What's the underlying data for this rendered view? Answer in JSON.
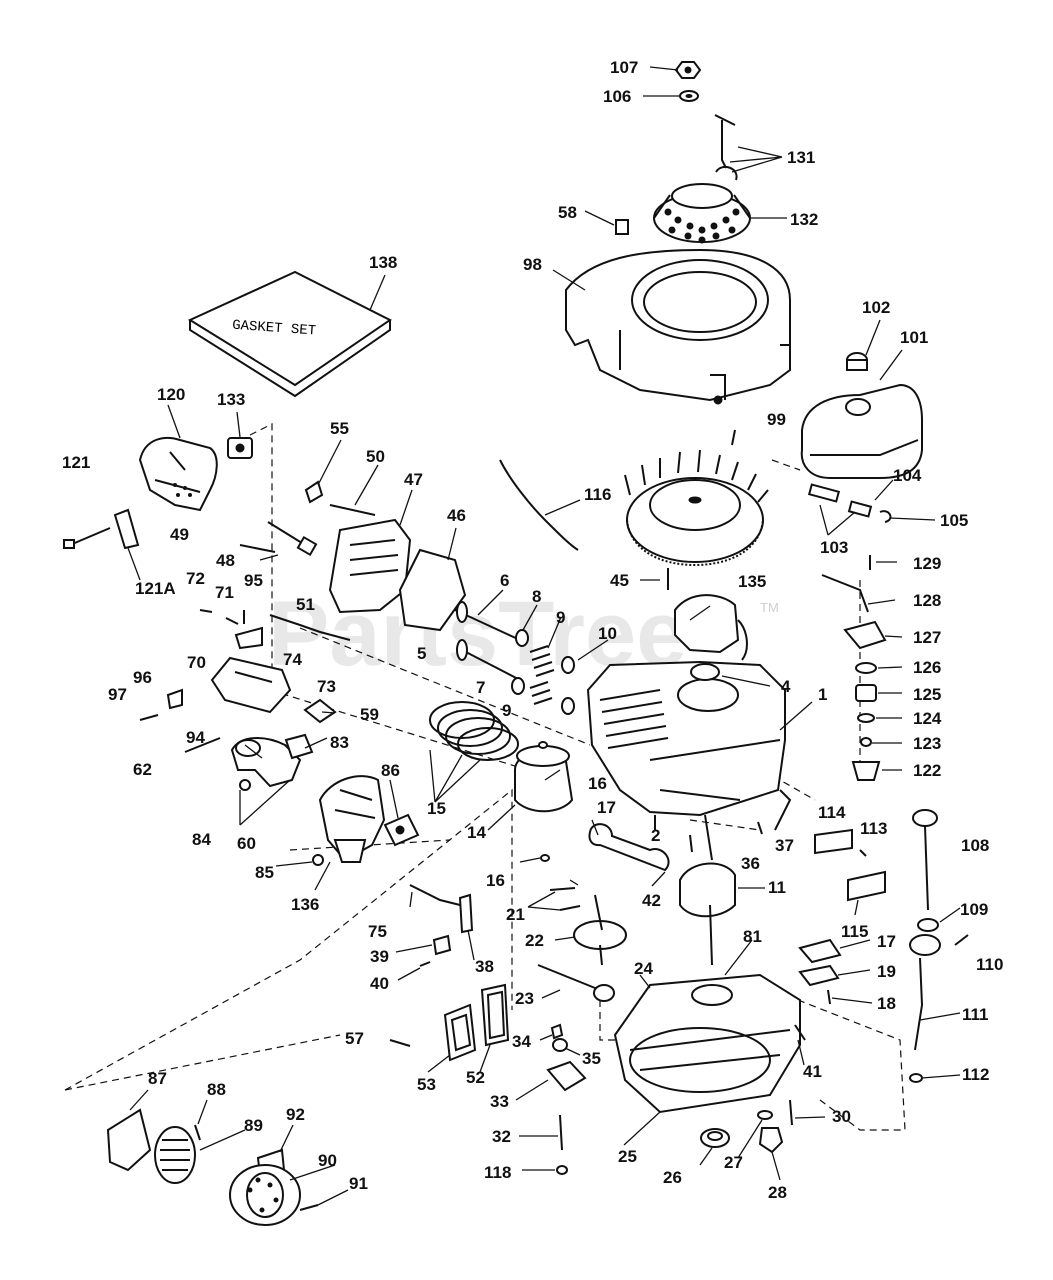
{
  "watermark": "PartsTree",
  "trademark": "TM",
  "gasket_set_label": "GASKET SET",
  "callouts": {
    "c107": "107",
    "c106": "106",
    "c131": "131",
    "c132": "132",
    "c58": "58",
    "c98": "98",
    "c138": "138",
    "c102": "102",
    "c101": "101",
    "c120": "120",
    "c133": "133",
    "c55": "55",
    "c50": "50",
    "c47": "47",
    "c99": "99",
    "c121": "121",
    "c49": "49",
    "c46": "46",
    "c116": "116",
    "c104": "104",
    "c105": "105",
    "c103": "103",
    "c48": "48",
    "c121A": "121A",
    "c72": "72",
    "c71": "71",
    "c95": "95",
    "c6": "6",
    "c8": "8",
    "c9a": "9",
    "c45": "45",
    "c135": "135",
    "c129": "129",
    "c128": "128",
    "c51": "51",
    "c10": "10",
    "c127": "127",
    "c70": "70",
    "c74": "74",
    "c5": "5",
    "c126": "126",
    "c96": "96",
    "c7": "7",
    "c4": "4",
    "c97": "97",
    "c73": "73",
    "c9b": "9",
    "c125": "125",
    "c1": "1",
    "c59": "59",
    "c124": "124",
    "c94": "94",
    "c83": "83",
    "c123": "123",
    "c62": "62",
    "c86": "86",
    "c16a": "16",
    "c122": "122",
    "c15": "15",
    "c114": "114",
    "c113": "113",
    "c17a": "17",
    "c14": "14",
    "c2": "2",
    "c84": "84",
    "c60": "60",
    "c37": "37",
    "c108": "108",
    "c36": "36",
    "c85": "85",
    "c16b": "16",
    "c11": "11",
    "c136": "136",
    "c42": "42",
    "c21": "21",
    "c115": "115",
    "c109": "109",
    "c75": "75",
    "c22": "22",
    "c81": "81",
    "c17b": "17",
    "c39": "39",
    "c110": "110",
    "c38": "38",
    "c19": "19",
    "c40": "40",
    "c24": "24",
    "c18": "18",
    "c23": "23",
    "c57": "57",
    "c34": "34",
    "c111": "111",
    "c41": "41",
    "c35": "35",
    "c53": "53",
    "c52": "52",
    "c87": "87",
    "c112": "112",
    "c33": "33",
    "c88": "88",
    "c30": "30",
    "c92": "92",
    "c89": "89",
    "c32": "32",
    "c90": "90",
    "c25": "25",
    "c27": "27",
    "c118": "118",
    "c26": "26",
    "c91": "91",
    "c28": "28"
  }
}
